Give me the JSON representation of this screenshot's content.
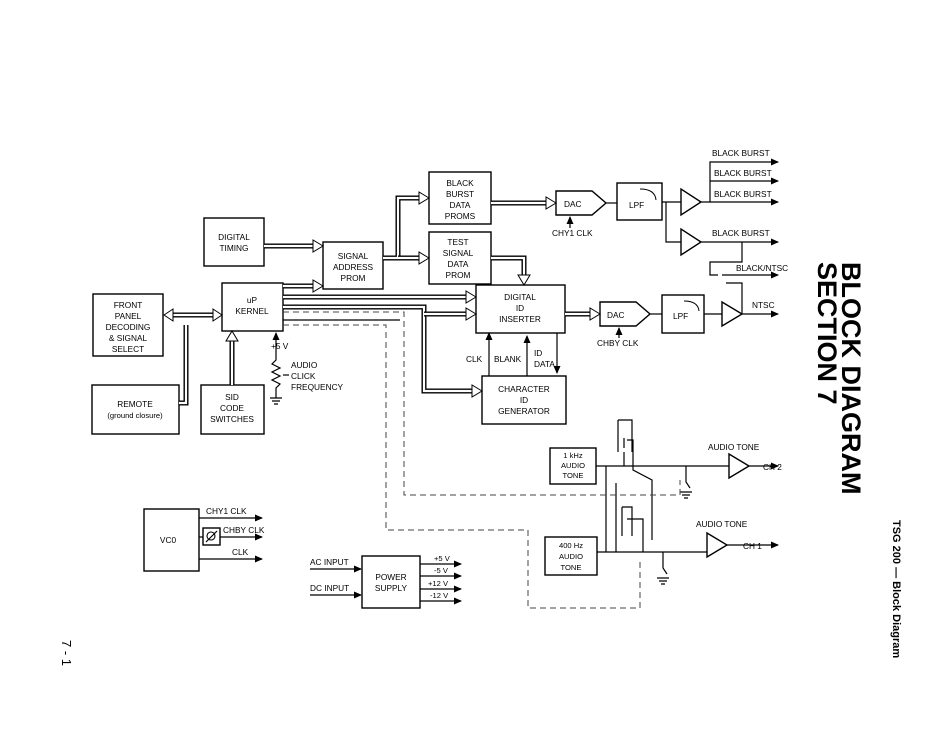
{
  "diagram": {
    "section_title": [
      "SECTION 7",
      "BLOCK DIAGRAM"
    ],
    "side_title": "TSG 200 — Block Diagram",
    "page_number": "7 - 1",
    "blocks": {
      "black_burst_proms": [
        "BLACK",
        "BURST",
        "DATA",
        "PROMS"
      ],
      "digital_timing": [
        "DIGITAL",
        "TIMING"
      ],
      "signal_address_prom": [
        "SIGNAL",
        "ADDRESS",
        "PROM"
      ],
      "test_signal_prom": [
        "TEST",
        "SIGNAL",
        "DATA",
        "PROM"
      ],
      "front_panel": [
        "FRONT",
        "PANEL",
        "DECODING",
        "& SIGNAL",
        "SELECT"
      ],
      "up_kernel": [
        "uP",
        "KERNEL"
      ],
      "digital_id_inserter": [
        "DIGITAL",
        "ID",
        "INSERTER"
      ],
      "remote": [
        "REMOTE",
        "(ground closure)"
      ],
      "sid_switches": [
        "SID",
        "CODE",
        "SWITCHES"
      ],
      "char_id_generator": [
        "CHARACTER",
        "ID",
        "GENERATOR"
      ],
      "audio_1khz": [
        "1 kHz",
        "AUDIO",
        "TONE"
      ],
      "audio_400hz": [
        "400 Hz",
        "AUDIO",
        "TONE"
      ],
      "vco": [
        "VC0"
      ],
      "power_supply": [
        "POWER",
        "SUPPLY"
      ],
      "dac_top": "DAC",
      "dac_mid": "DAC",
      "lpf_top": "LPF",
      "lpf_mid": "LPF"
    },
    "labels": {
      "black_burst": "BLACK BURST",
      "black_ntsc": "BLACK/NTSC",
      "ntsc": "NTSC",
      "chy1_clk": "CHY1 CLK",
      "chby_clk": "CHBY CLK",
      "clk": "CLK",
      "blank": "BLANK",
      "id_data": [
        "ID",
        "DATA"
      ],
      "plus5v": "+5 V",
      "audio_click": [
        "AUDIO",
        "CLICK",
        "FREQUENCY"
      ],
      "audio_tone": "AUDIO TONE",
      "ch2": "CH 2",
      "ch1": "CH 1",
      "ac_input": "AC INPUT",
      "dc_input": "DC INPUT",
      "rails": [
        "+5 V",
        "-5 V",
        "+12 V",
        "-12 V"
      ]
    }
  }
}
